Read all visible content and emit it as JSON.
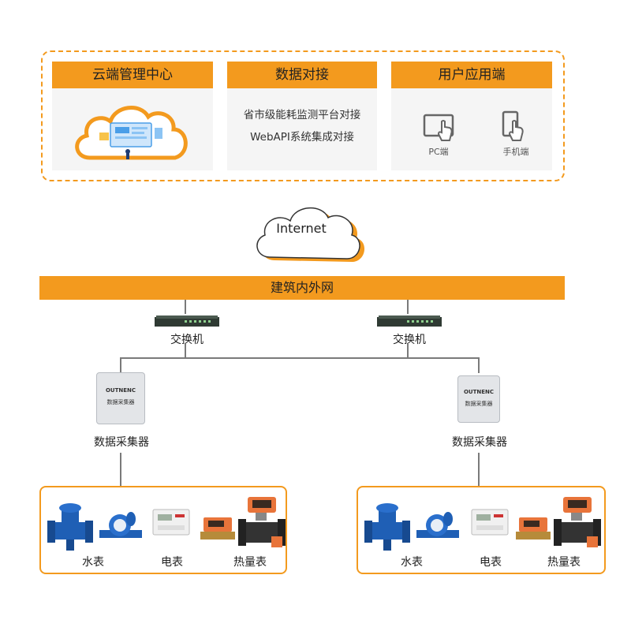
{
  "top": {
    "cloud_panel": {
      "title": "云端管理中心"
    },
    "data_panel": {
      "title": "数据对接",
      "lines": [
        "省市级能耗监测平台对接",
        "WebAPI系统集成对接"
      ]
    },
    "user_panel": {
      "title": "用户应用端",
      "pc_label": "PC端",
      "phone_label": "手机端"
    }
  },
  "internet_label": "Internet",
  "network_band": "建筑内外网",
  "switches": [
    {
      "label": "交换机"
    },
    {
      "label": "交换机"
    }
  ],
  "collectors": [
    {
      "label": "数据采集器",
      "device_brand": "OUTNENC",
      "device_name": "数据采集器"
    },
    {
      "label": "数据采集器",
      "device_brand": "OUTNENC",
      "device_name": "数据采集器"
    }
  ],
  "meter_groups": [
    {
      "water": "水表",
      "electric": "电表",
      "heat": "热量表"
    },
    {
      "water": "水表",
      "electric": "电表",
      "heat": "热量表"
    }
  ],
  "colors": {
    "accent": "#f39a1e",
    "panel_bg": "#f5f5f5",
    "line": "#7a7a7a"
  }
}
